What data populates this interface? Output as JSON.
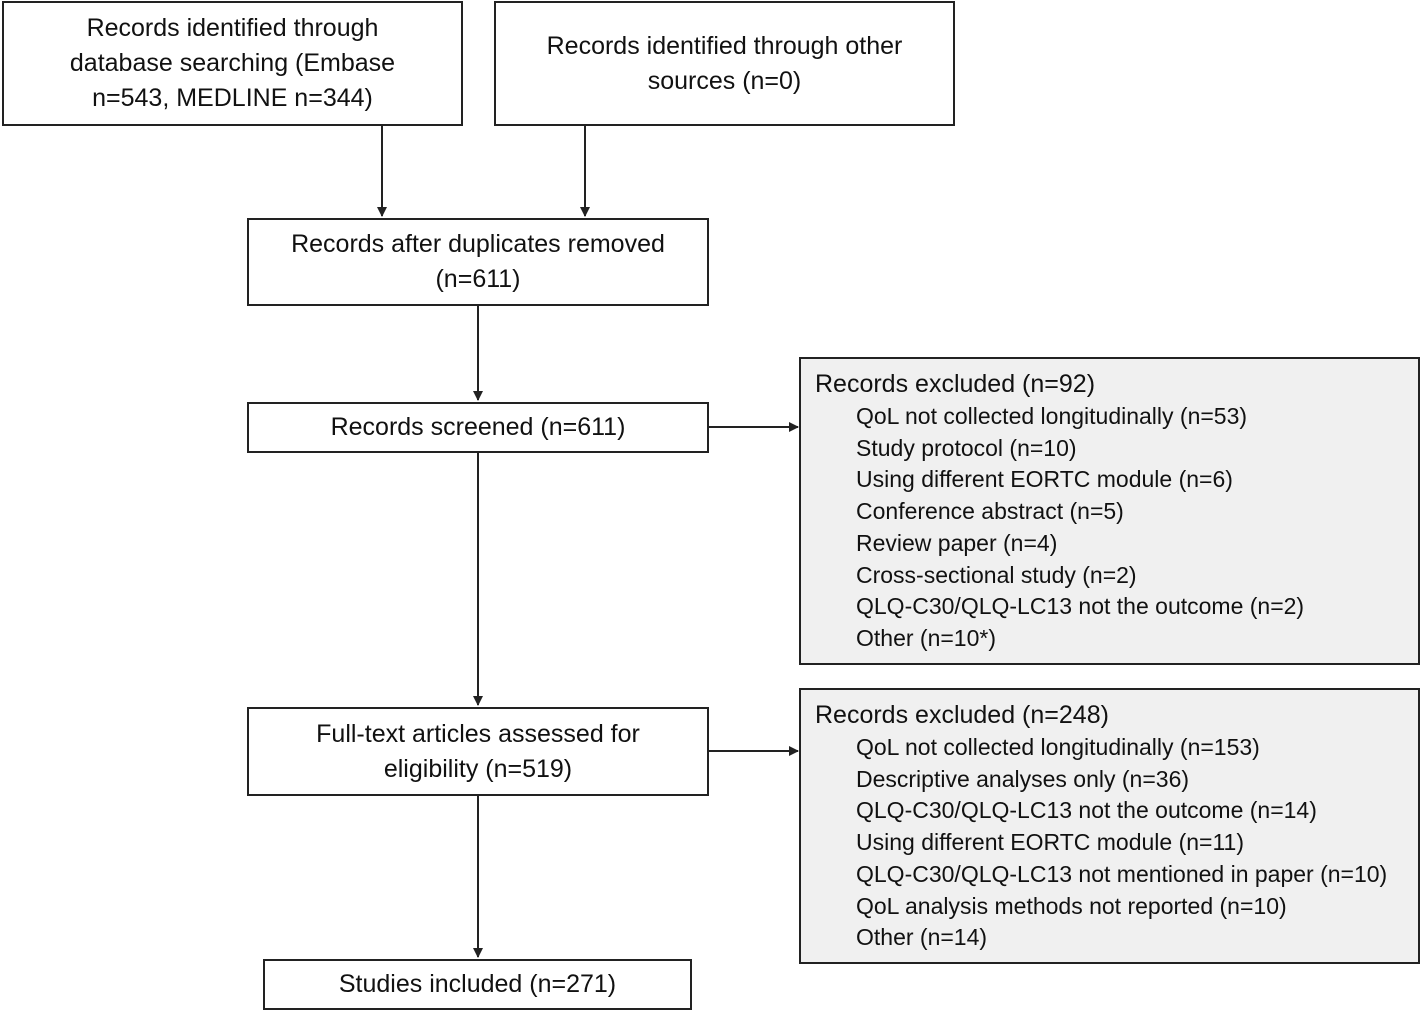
{
  "boxes": {
    "database": {
      "lines": [
        "Records identified through",
        "database searching (Embase",
        "n=543, MEDLINE n=344)"
      ]
    },
    "other_sources": {
      "lines": [
        "Records identified through other",
        "sources (n=0)"
      ]
    },
    "duplicates_removed": {
      "lines": [
        "Records after duplicates removed",
        "(n=611)"
      ]
    },
    "screened": {
      "lines": [
        "Records screened (n=611)"
      ]
    },
    "full_text": {
      "lines": [
        "Full-text articles assessed for",
        "eligibility (n=519)"
      ]
    },
    "included": {
      "lines": [
        "Studies included (n=271)"
      ]
    }
  },
  "exclusions": {
    "screening": {
      "title": "Records excluded (n=92)",
      "items": [
        "QoL not collected longitudinally (n=53)",
        "Study protocol (n=10)",
        "Using different EORTC module (n=6)",
        "Conference abstract (n=5)",
        "Review paper (n=4)",
        "Cross-sectional study (n=2)",
        "QLQ-C30/QLQ-LC13 not the outcome (n=2)",
        "Other (n=10*)"
      ]
    },
    "full_text": {
      "title": "Records excluded (n=248)",
      "items": [
        "QoL not collected longitudinally (n=153)",
        "Descriptive analyses only (n=36)",
        "QLQ-C30/QLQ-LC13 not the outcome (n=14)",
        "Using different EORTC module (n=11)",
        "QLQ-C30/QLQ-LC13 not mentioned in paper (n=10)",
        "QoL analysis methods not reported (n=10)",
        "Other (n=14)"
      ]
    }
  },
  "colors": {
    "stroke": "#222222",
    "box_fill": "#ffffff",
    "exclusion_fill": "#f0f0f0"
  }
}
